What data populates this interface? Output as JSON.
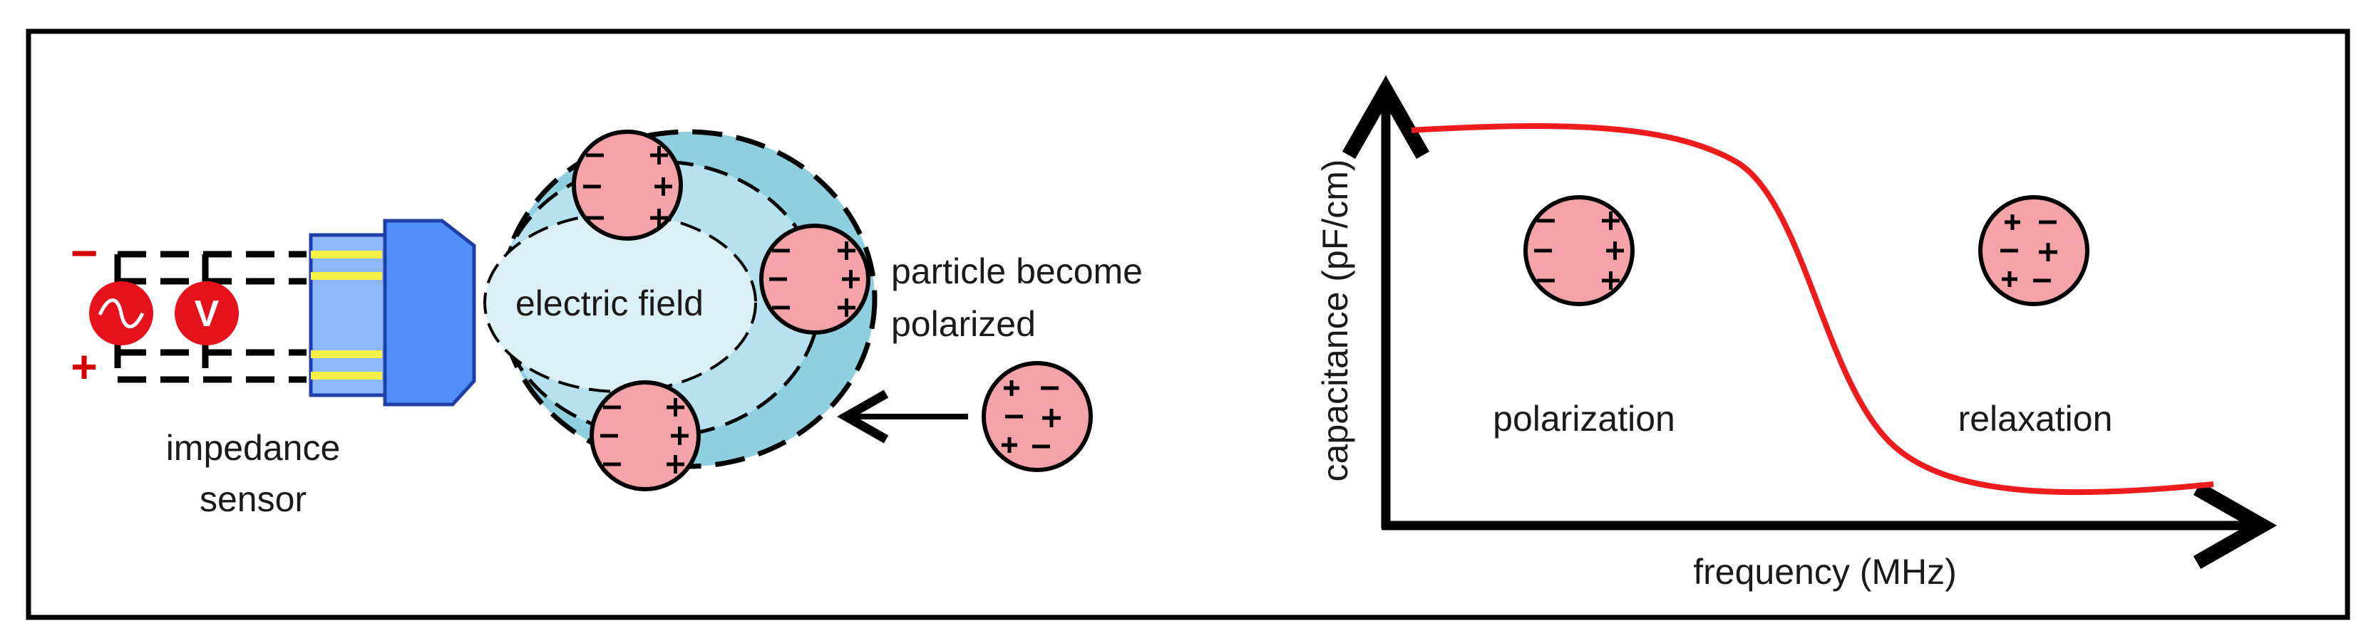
{
  "labels": {
    "impedance_sensor_line1": "impedance",
    "impedance_sensor_line2": "sensor",
    "electric_field": "electric field",
    "particle_line1": "particle become",
    "particle_line2": "polarized",
    "y_axis": "capacitance (pF/cm)",
    "x_axis": "frequency (MHz)",
    "polarization": "polarization",
    "relaxation": "relaxation"
  },
  "signs": {
    "minus": "−",
    "plus": "+",
    "voltmeter": "V"
  },
  "colors": {
    "particle_fill": "#f5a3a8",
    "field_outer": "#8fd0e0",
    "field_mid": "#b5e2ee",
    "field_inner": "#daf0f6",
    "sensor_blue": "#4f8ff7",
    "sensor_light": "#8db8fb",
    "sensor_border": "#1f3fa8",
    "source_red": "#e5121b",
    "curve_red": "#ee1c1c",
    "electrode_yellow": "#f7f046"
  }
}
